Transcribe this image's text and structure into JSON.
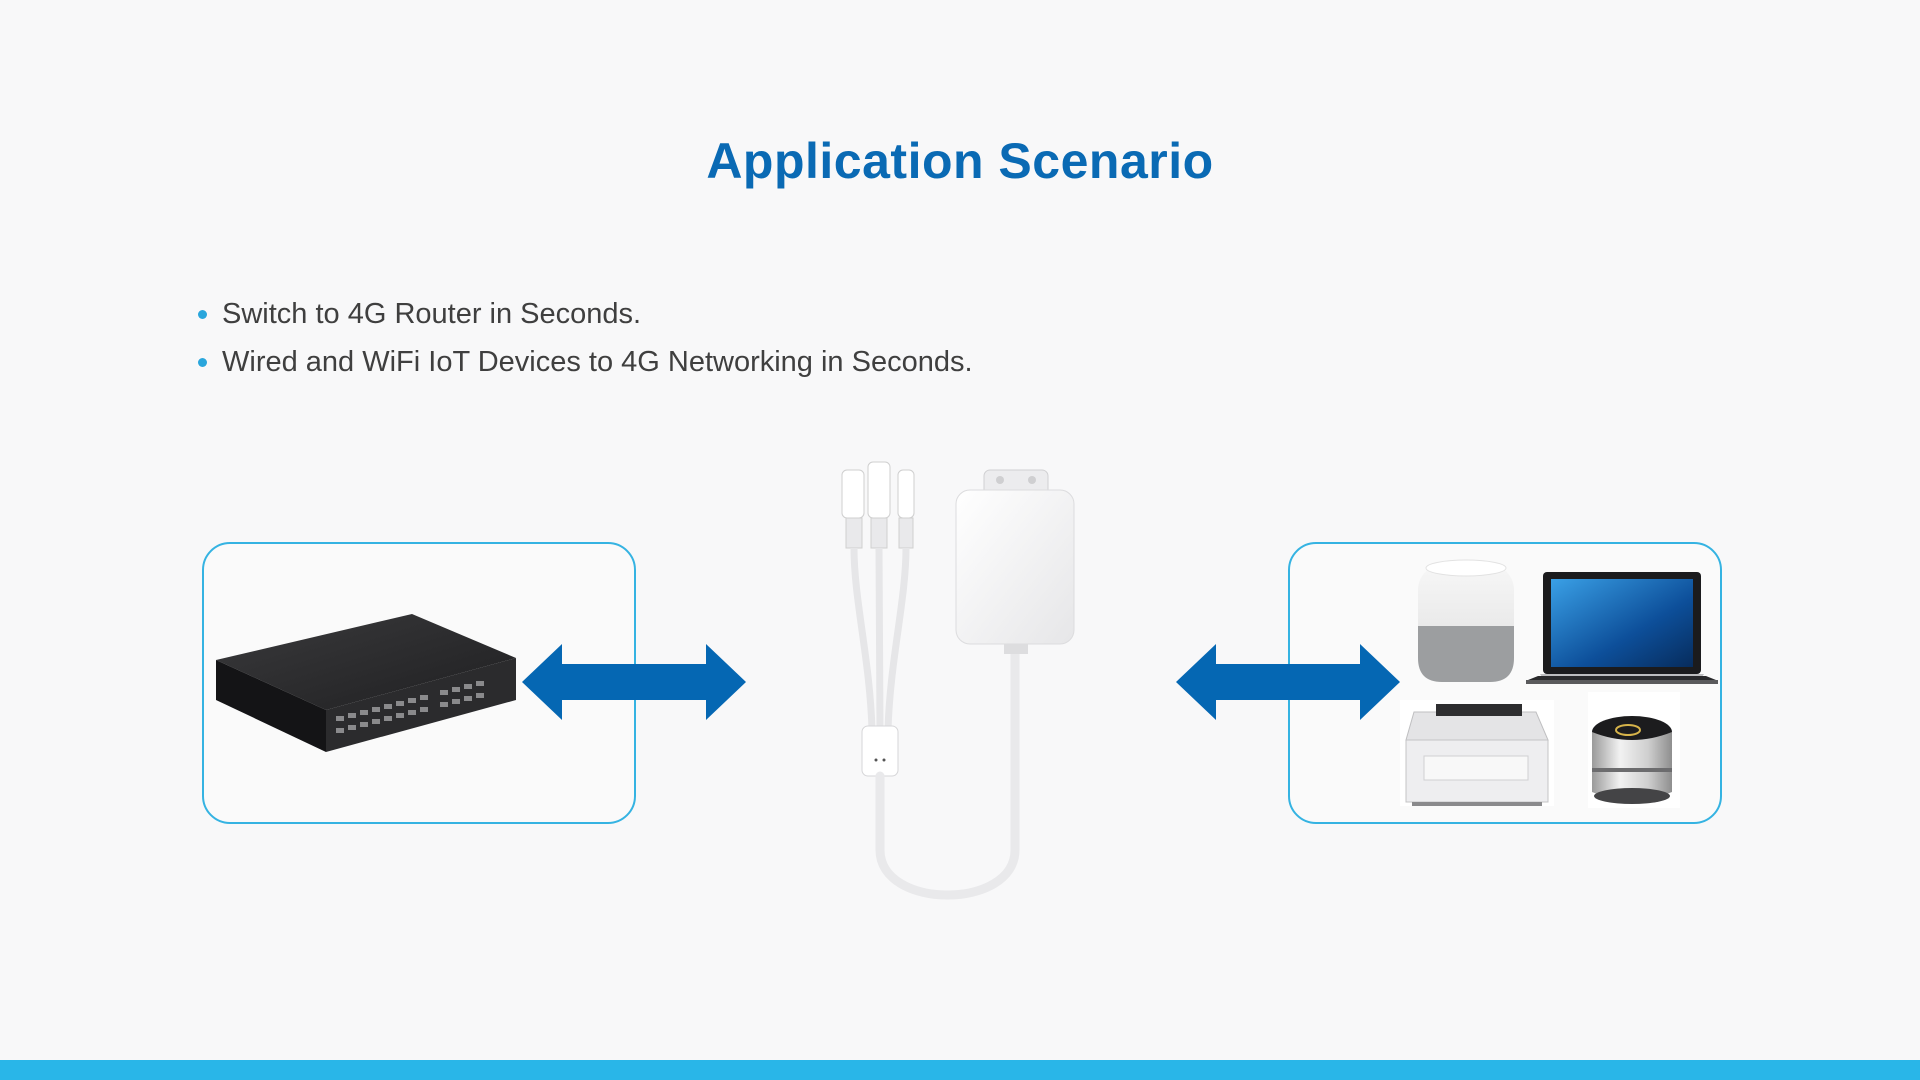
{
  "title": "Application Scenario",
  "bullets": [
    "Switch to 4G Router in Seconds.",
    "Wired and WiFi IoT Devices to 4G Networking in Seconds."
  ],
  "colors": {
    "title": "#0a6ab4",
    "bullet_dot": "#2aa6dc",
    "frame_border": "#35b3e2",
    "arrow": "#0567b3",
    "bottom_bar": "#29b6e8",
    "background": "#f8f8f9"
  },
  "diagram": {
    "left_panel": {
      "device": "network-switch-icon"
    },
    "center_device": "4g-router-with-cable-icon",
    "right_panel": {
      "devices": [
        "smart-speaker-icon",
        "laptop-icon",
        "printer-icon",
        "smart-cooker-icon"
      ]
    },
    "arrows": [
      "double-arrow-left",
      "double-arrow-right"
    ]
  }
}
